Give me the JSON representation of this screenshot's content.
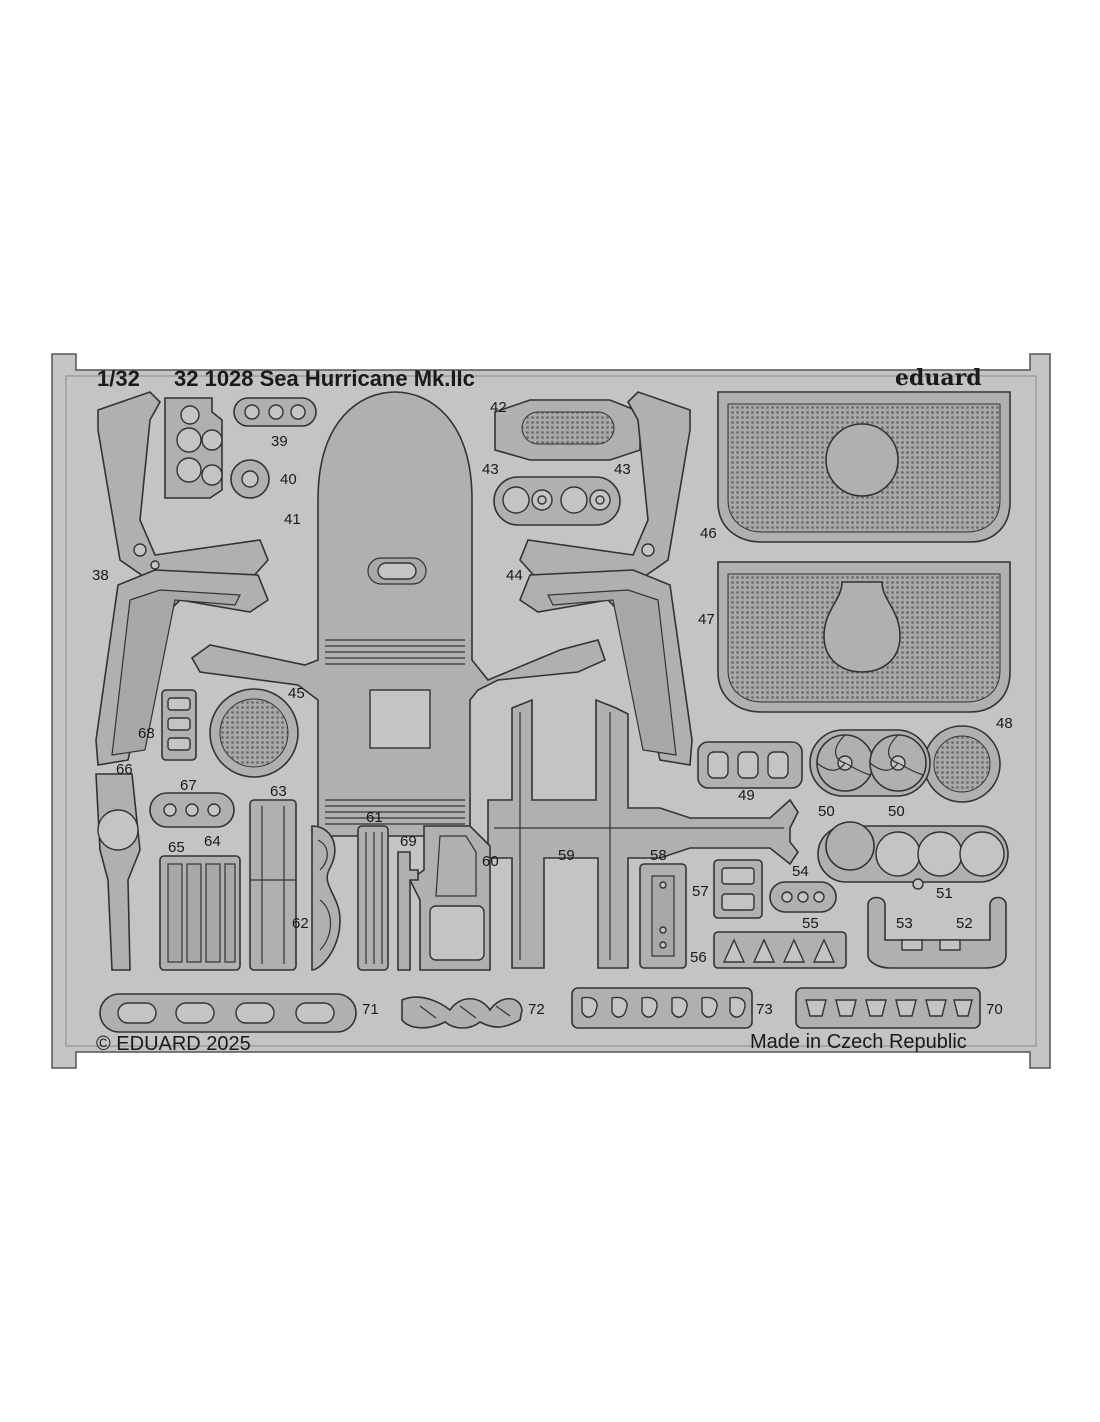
{
  "sheet": {
    "scale": "1/32",
    "title": "32 1028 Sea Hurricane Mk.IIc",
    "brand": "eduard",
    "copyright": "© EDUARD 2025",
    "origin": "Made in Czech Republic"
  },
  "parts": {
    "p38": "38",
    "p39": "39",
    "p40": "40",
    "p41": "41",
    "p42": "42",
    "p43a": "43",
    "p43b": "43",
    "p44": "44",
    "p45": "45",
    "p46": "46",
    "p47": "47",
    "p48": "48",
    "p49": "49",
    "p50a": "50",
    "p50b": "50",
    "p51": "51",
    "p52": "52",
    "p53": "53",
    "p54": "54",
    "p55": "55",
    "p56": "56",
    "p57": "57",
    "p58": "58",
    "p59": "59",
    "p60": "60",
    "p61": "61",
    "p62": "62",
    "p63": "63",
    "p64": "64",
    "p65": "65",
    "p66": "66",
    "p67": "67",
    "p68": "68",
    "p69": "69",
    "p70": "70",
    "p71": "71",
    "p72": "72",
    "p73": "73"
  },
  "colors": {
    "fret": "#c4c4c4",
    "part": "#b0b0b0",
    "outline": "#333333"
  }
}
